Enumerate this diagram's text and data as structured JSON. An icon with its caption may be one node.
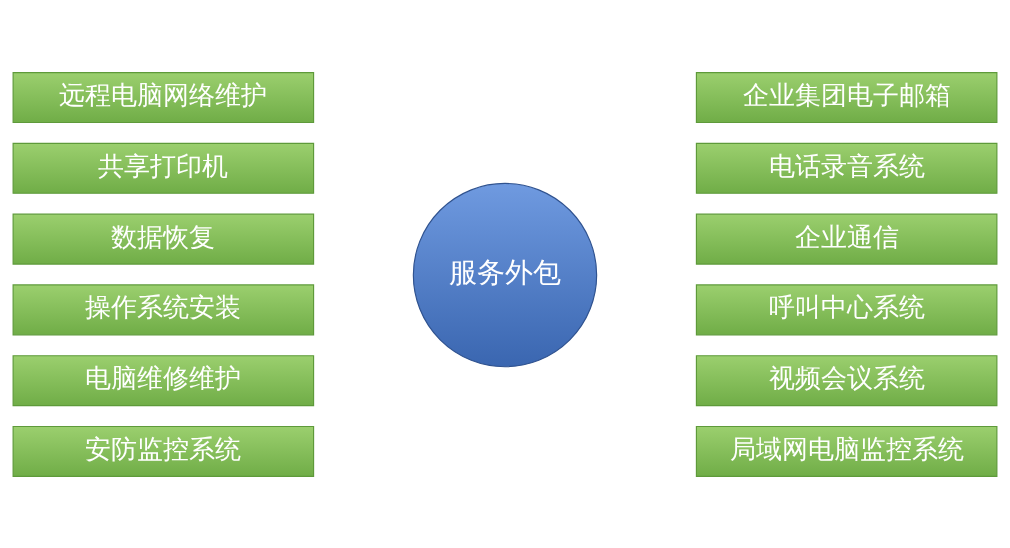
{
  "diagram": {
    "nodes": [
      {
        "text": [
          "远程电脑网络维护"
        ]
      },
      {
        "text": [
          "共享打印机"
        ]
      },
      {
        "text": [
          "数据恢复"
        ]
      },
      {
        "text": [
          "操作系统安装"
        ]
      },
      {
        "text": [
          "电脑维修维护"
        ]
      },
      {
        "text": [
          "安防监控系统"
        ]
      },
      {
        "text": [
          "服务外包"
        ]
      },
      {
        "text": [
          "企业集团电子邮箱"
        ]
      },
      {
        "text": [
          "电话录音系统"
        ]
      },
      {
        "text": [
          "企业通信"
        ]
      },
      {
        "text": [
          "呼叫中心系统"
        ]
      },
      {
        "text": [
          "视频会议系统"
        ]
      },
      {
        "text": [
          "局域网电脑监控系统"
        ]
      }
    ],
    "edges": []
  }
}
